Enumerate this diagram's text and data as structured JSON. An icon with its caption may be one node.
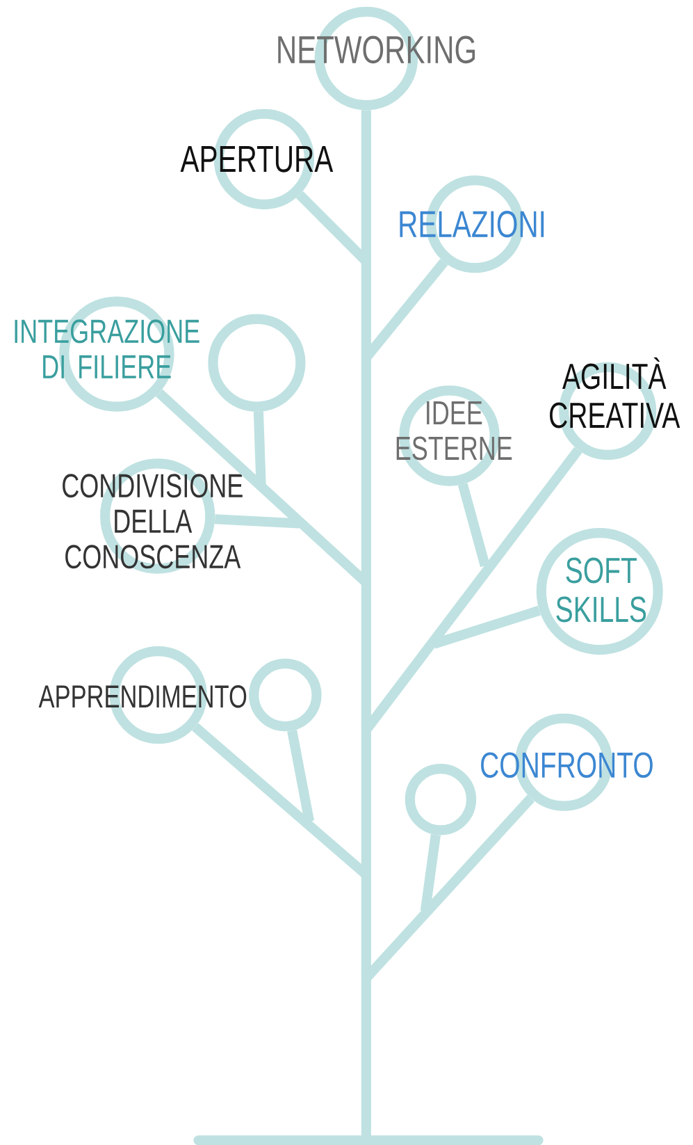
{
  "diagram": {
    "nodes": [
      {
        "text": [
          "NETWORKING"
        ]
      },
      {
        "text": [
          "APERTURA"
        ]
      },
      {
        "text": [
          "RELAZIONI"
        ]
      },
      {
        "text": [
          "INTEGRAZIONE DI FILIERE"
        ]
      },
      {
        "text": [],
        "shape": "circle"
      },
      {
        "text": [
          "AGILITÀ CREATIVA"
        ]
      },
      {
        "text": [
          "IDEE ESTERNE"
        ]
      },
      {
        "text": [
          "CONDIVISIONE DELLA CONOSCENZA"
        ]
      },
      {
        "text": [
          "SOFT SKILLS"
        ]
      },
      {
        "text": [
          "APPRENDIMENTO"
        ]
      },
      {
        "text": [],
        "shape": "circle"
      },
      {
        "text": [
          "CONFRONTO"
        ]
      },
      {
        "text": [],
        "shape": "circle"
      }
    ],
    "edges": [
      {
        "from": 0,
        "to": null,
        "arrow": "none"
      },
      {
        "from": 1,
        "to": null,
        "arrow": "none"
      },
      {
        "from": 2,
        "to": null,
        "arrow": "none"
      },
      {
        "from": 3,
        "to": null,
        "arrow": "none"
      },
      {
        "from": 4,
        "to": null,
        "arrow": "none"
      },
      {
        "from": 7,
        "to": null,
        "arrow": "none"
      },
      {
        "from": 5,
        "to": null,
        "arrow": "none"
      },
      {
        "from": 6,
        "to": null,
        "arrow": "none"
      },
      {
        "from": 8,
        "to": null,
        "arrow": "none"
      },
      {
        "from": 9,
        "to": null,
        "arrow": "none"
      },
      {
        "from": 10,
        "to": null,
        "arrow": "none"
      },
      {
        "from": 11,
        "to": null,
        "arrow": "none"
      },
      {
        "from": 12,
        "to": null,
        "arrow": "none"
      }
    ]
  }
}
